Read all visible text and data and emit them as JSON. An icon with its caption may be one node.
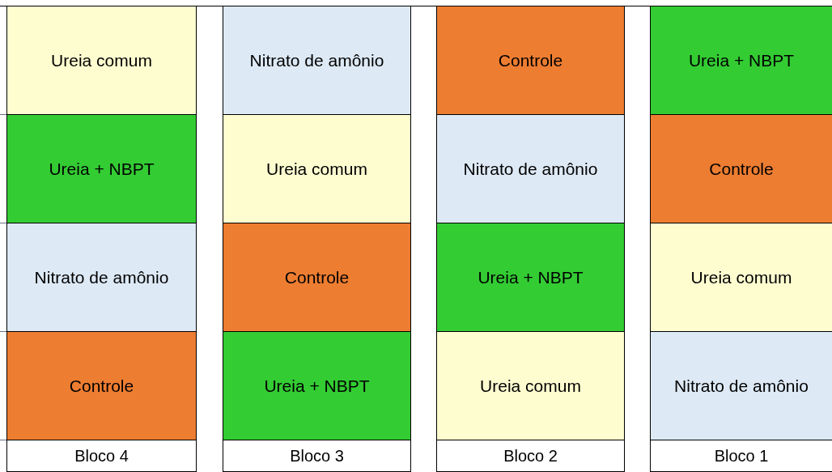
{
  "diagram": {
    "nodes": [
      {
        "text": [
          "Ureia comum"
        ]
      },
      {
        "text": [
          "Nitrato de amônio"
        ]
      },
      {
        "text": [
          "Controle"
        ]
      },
      {
        "text": [
          "Ureia + NBPT"
        ]
      },
      {
        "text": [
          "Ureia + NBPT"
        ]
      },
      {
        "text": [
          "Ureia comum"
        ]
      },
      {
        "text": [
          "Nitrato de amônio"
        ]
      },
      {
        "text": [
          "Controle"
        ]
      },
      {
        "text": [
          "Nitrato de amônio"
        ]
      },
      {
        "text": [
          "Controle"
        ]
      },
      {
        "text": [
          "Ureia + NBPT"
        ]
      },
      {
        "text": [
          "Ureia comum"
        ]
      },
      {
        "text": [
          "Controle"
        ]
      },
      {
        "text": [
          "Ureia + NBPT"
        ]
      },
      {
        "text": [
          "Ureia comum"
        ]
      },
      {
        "text": [
          "Nitrato de amônio"
        ]
      },
      {
        "text": [
          "Bloco 4"
        ]
      },
      {
        "text": [
          "Bloco 3"
        ]
      },
      {
        "text": [
          "Bloco 2"
        ]
      },
      {
        "text": [
          "Bloco 1"
        ]
      }
    ]
  }
}
